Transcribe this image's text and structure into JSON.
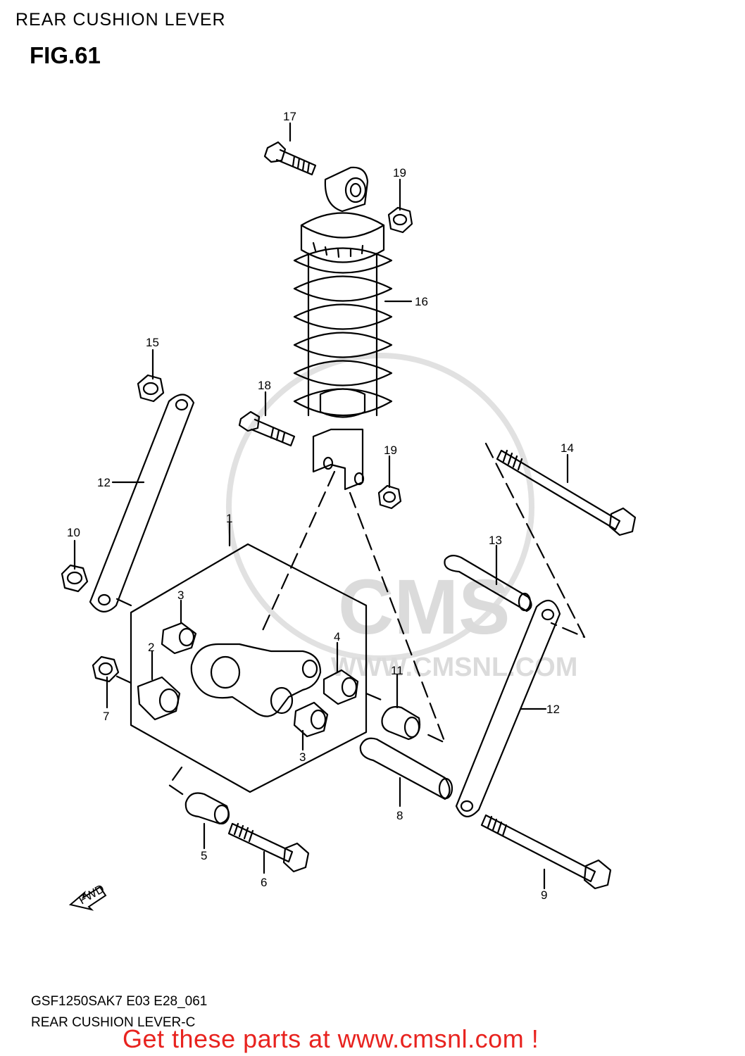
{
  "header": {
    "title": "REAR CUSHION LEVER",
    "figure": "FIG.61"
  },
  "footer": {
    "code": "GSF1250SAK7 E03 E28_061",
    "name": "REAR CUSHION LEVER-C",
    "promo": "Get these parts at www.cmsnl.com !"
  },
  "watermark": {
    "logo": "CMS",
    "url": "WWW.CMSNL.COM"
  },
  "fwd_label": "FWD",
  "parts": {
    "p1": "1",
    "p2": "2",
    "p3a": "3",
    "p3b": "3",
    "p4": "4",
    "p5": "5",
    "p6": "6",
    "p7": "7",
    "p8": "8",
    "p9": "9",
    "p10": "10",
    "p11": "11",
    "p12a": "12",
    "p12b": "12",
    "p13": "13",
    "p14": "14",
    "p15": "15",
    "p16": "16",
    "p17": "17",
    "p18": "18",
    "p19a": "19",
    "p19b": "19"
  }
}
